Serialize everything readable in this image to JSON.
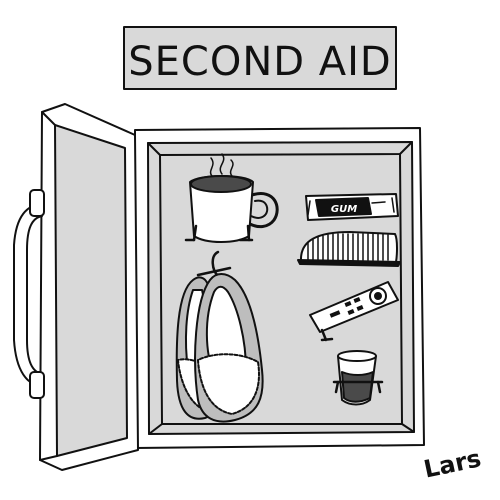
{
  "sign": {
    "label": "SECOND AID"
  },
  "gum_pack": {
    "label": "GUM"
  },
  "signature": {
    "text": "Lars"
  },
  "colors": {
    "ink": "#111111",
    "light_gray": "#d9d9d9",
    "mid_gray": "#bdbdbd",
    "dark_gray": "#4a4a4a",
    "white": "#ffffff"
  }
}
